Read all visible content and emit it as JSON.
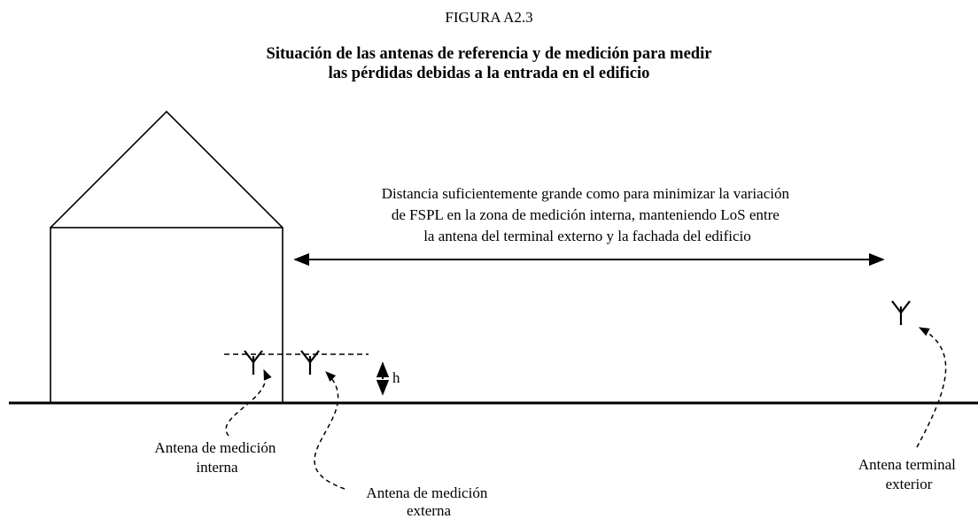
{
  "figure": {
    "number": "FIGURA A2.3",
    "title_line1": "Situación de las antenas de referencia y de medición para medir",
    "title_line2": "las pérdidas debidas a la entrada en el edificio"
  },
  "distance_note": {
    "line1": "Distancia suficientemente grande como para minimizar la variación",
    "line2": "de FSPL en la zona de medición interna, manteniendo LoS entre",
    "line3": "la antena del terminal externo y la fachada del edificio"
  },
  "height_label": "h",
  "antennas": {
    "internal": {
      "line1": "Antena de medición",
      "line2": "interna"
    },
    "external": {
      "line1": "Antena de medición",
      "line2": "externa"
    },
    "terminal": {
      "line1": "Antena terminal",
      "line2": "exterior"
    }
  },
  "colors": {
    "stroke": "#000000",
    "background": "#ffffff"
  }
}
